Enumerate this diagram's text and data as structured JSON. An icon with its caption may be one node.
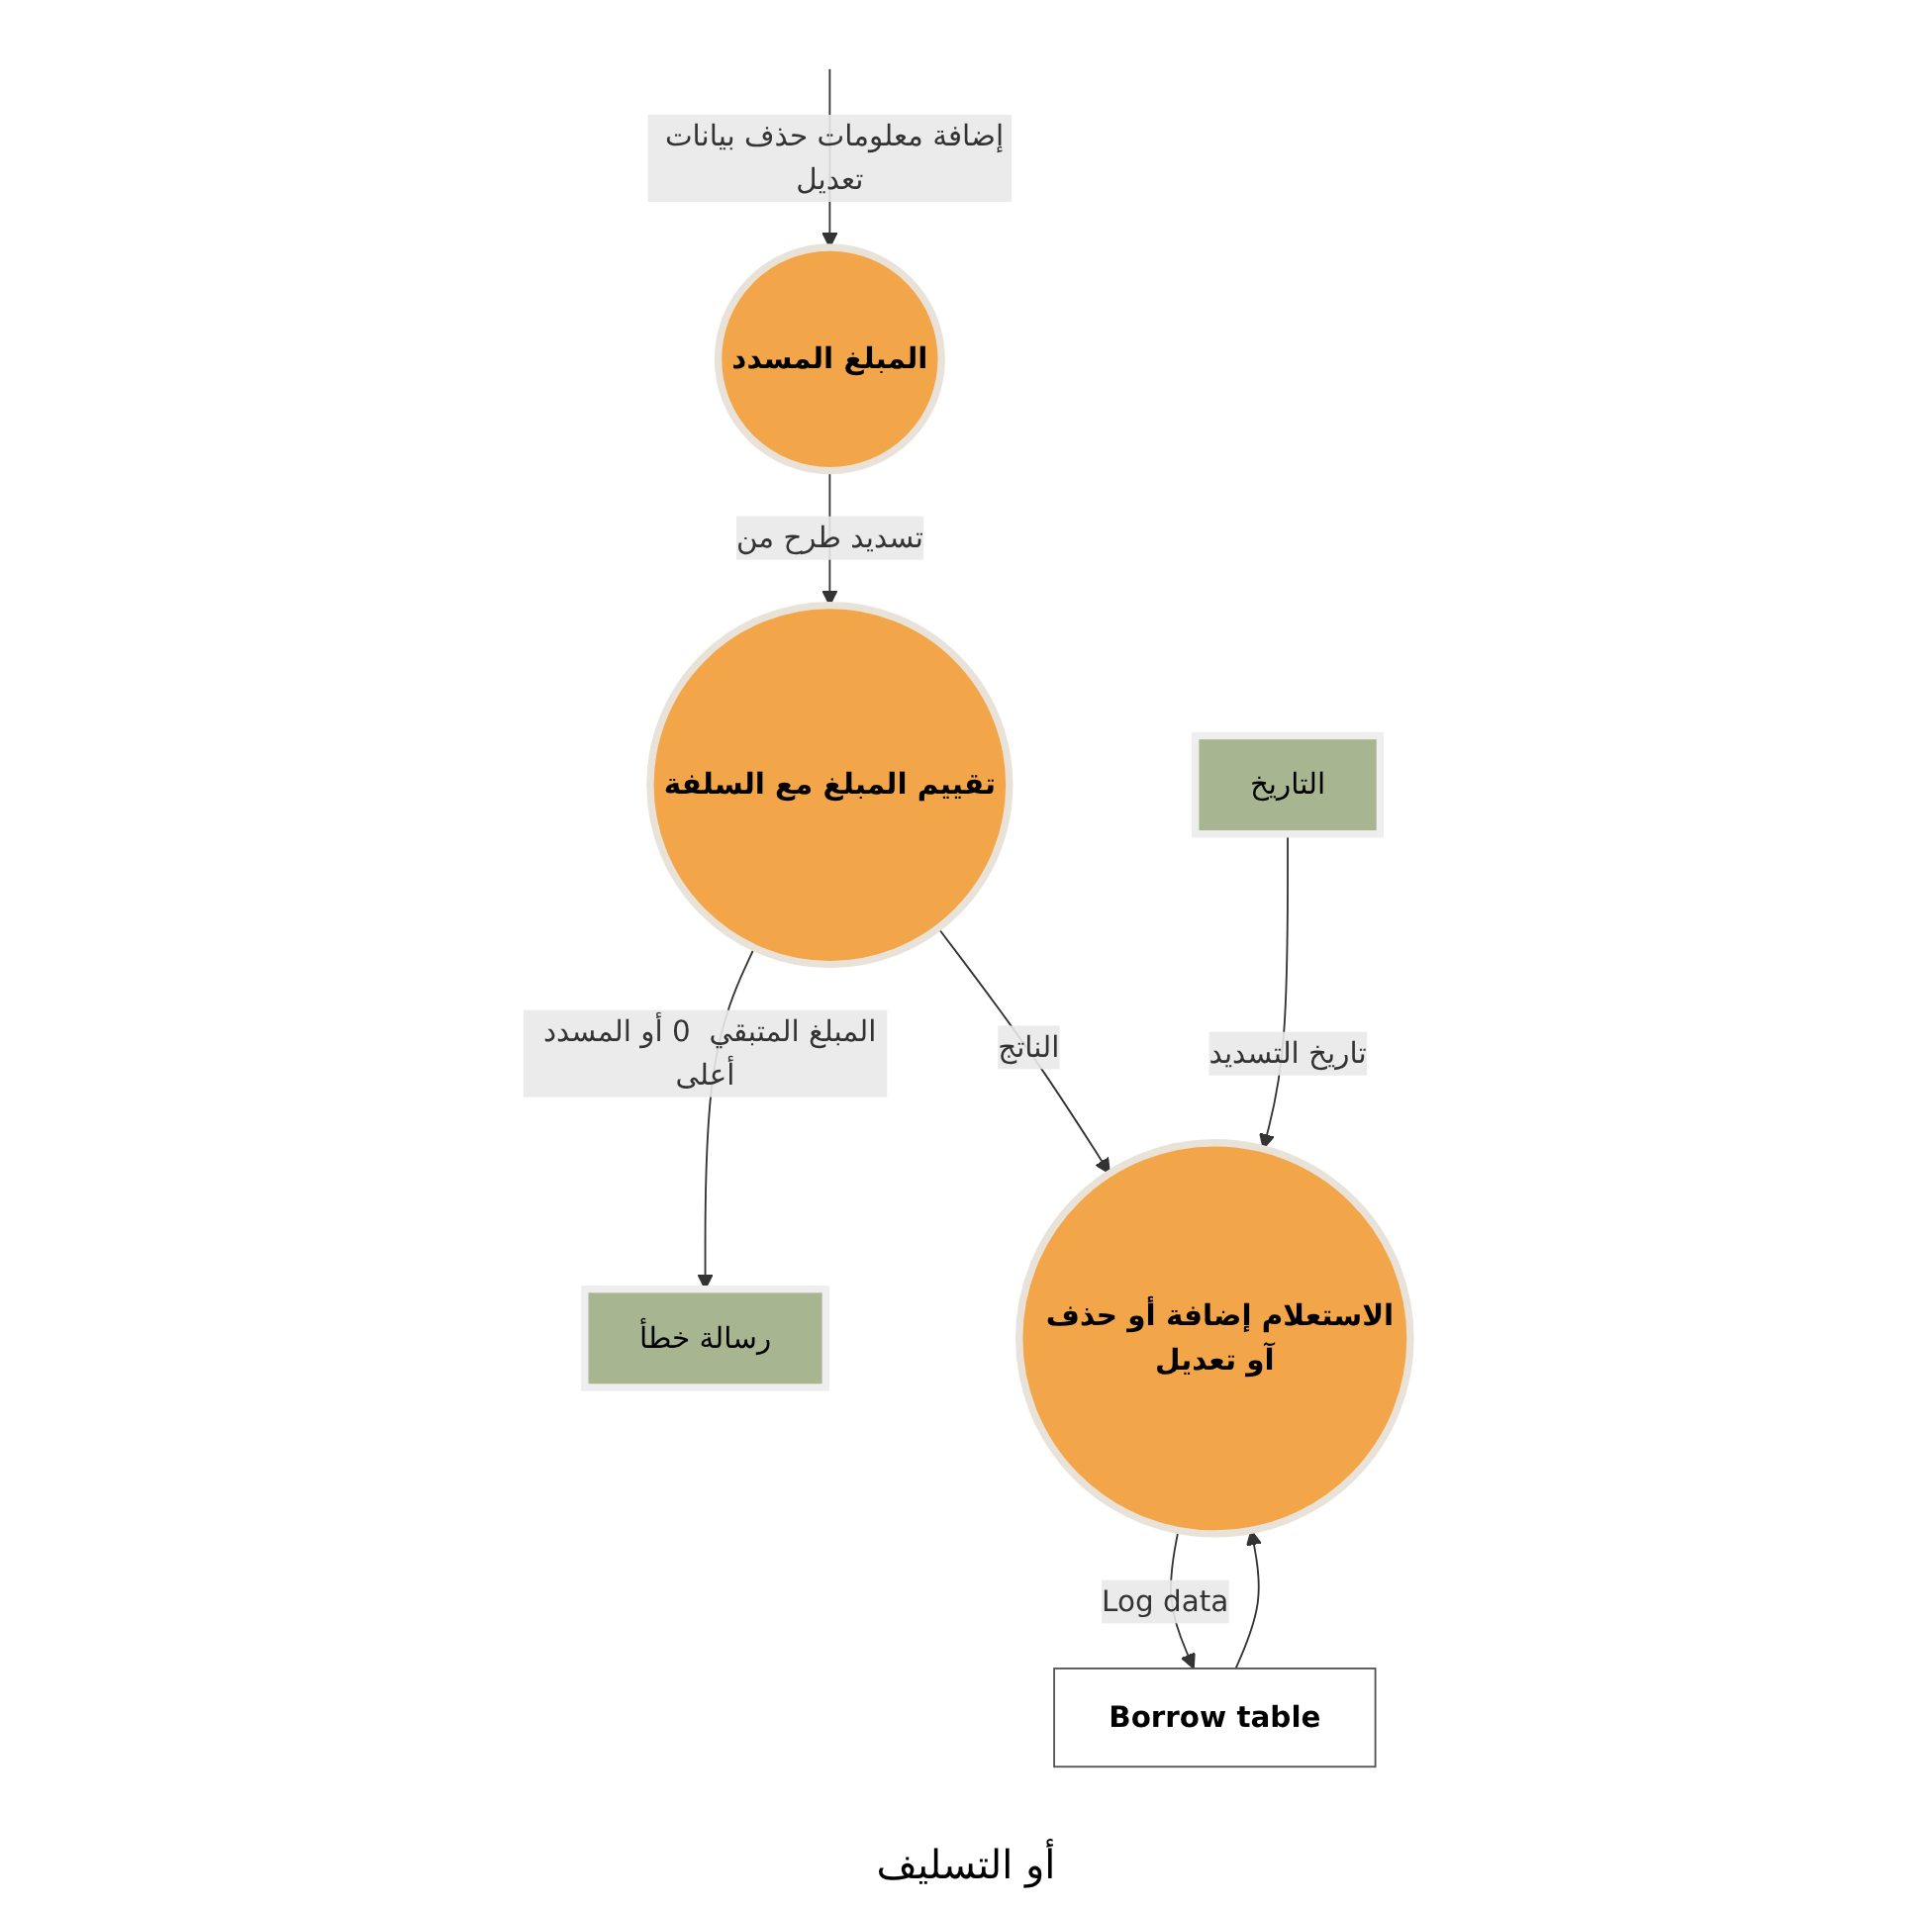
{
  "diagram": {
    "nodes": [
      {
        "text": [
          "المبلغ المسدد"
        ]
      },
      {
        "text": [
          "تقييم المبلغ مع السلفة"
        ]
      },
      {
        "text": [
          "رسالة خطأ"
        ]
      },
      {
        "text": [
          "التاريخ"
        ]
      },
      {
        "text": [
          "الاستعلام إضافة أو حذف آو تعديل"
        ]
      },
      {
        "text": [
          "Borrow table"
        ]
      }
    ],
    "edges": [
      {
        "from": null,
        "to": 0,
        "arrow": "to",
        "label": "إضافة معلومات حذف بيانات تعديل"
      },
      {
        "from": 0,
        "to": 1,
        "arrow": "to",
        "label": "تسديد  طرح من"
      },
      {
        "from": 1,
        "to": 2,
        "arrow": "to",
        "label": "المبلغ المتبقي  0 أو المسدد أعلى"
      },
      {
        "from": 1,
        "to": 4,
        "arrow": "to",
        "label": "الناتج"
      },
      {
        "from": 3,
        "to": 4,
        "arrow": "to",
        "label": "تاريخ التسديد"
      },
      {
        "from": 4,
        "to": 5,
        "arrow": "to",
        "label": "Log data"
      },
      {
        "from": 5,
        "to": 4,
        "arrow": "to"
      }
    ],
    "labels": [
      "أو التسليف"
    ]
  }
}
